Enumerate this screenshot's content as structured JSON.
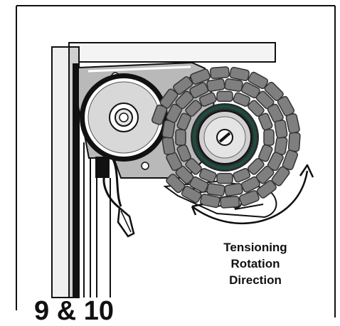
{
  "labels": {
    "step": "9 & 10",
    "rotation": [
      "Tensioning",
      "Rotation",
      "Direction"
    ]
  },
  "colors": {
    "outline": "#111111",
    "bracket": "#b9b9b9",
    "chain_link": "#7f7f7f",
    "chain_link_edge": "#333333",
    "drum_ring": "#1f4a40",
    "pulley": "#d8d8d8"
  },
  "icons": {
    "rotation_arrow": "curved-arrow-icon",
    "center_bolt": "slotted-screw-icon"
  }
}
